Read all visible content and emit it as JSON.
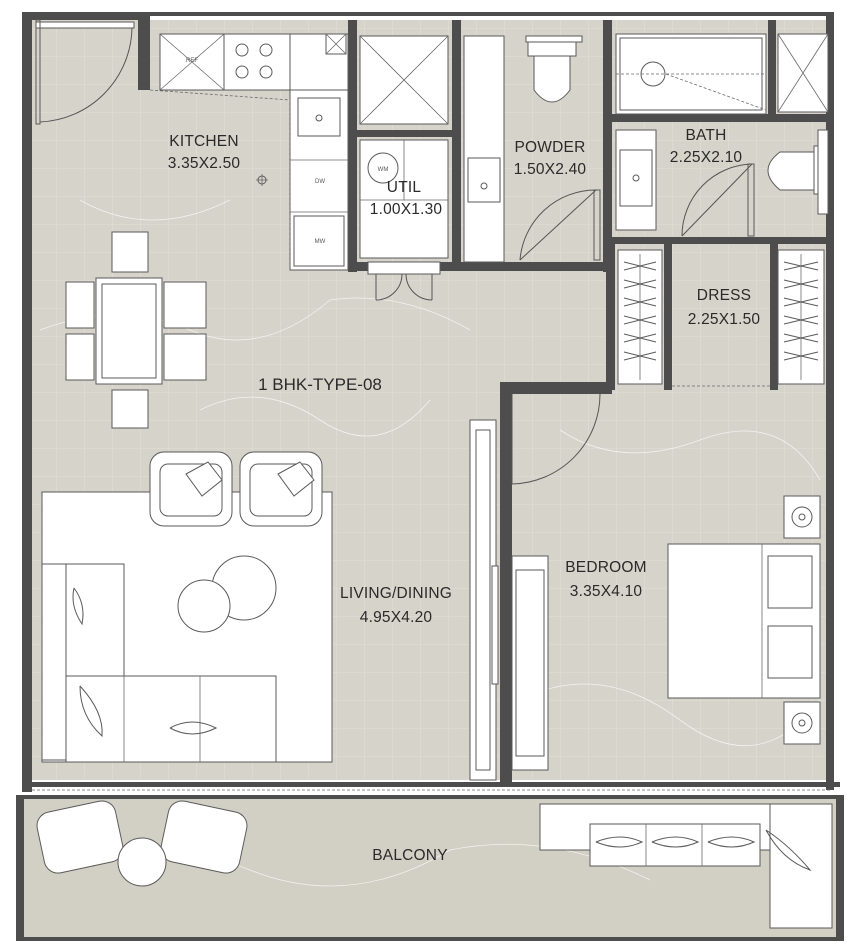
{
  "plan": {
    "title": "1 BHK-TYPE-08",
    "rooms": {
      "kitchen": {
        "name": "KITCHEN",
        "size": "3.35X2.50"
      },
      "util": {
        "name": "UTIL",
        "size": "1.00X1.30"
      },
      "powder": {
        "name": "POWDER",
        "size": "1.50X2.40"
      },
      "bath": {
        "name": "BATH",
        "size": "2.25X2.10"
      },
      "dress": {
        "name": "DRESS",
        "size": "2.25X1.50"
      },
      "living": {
        "name": "LIVING/DINING",
        "size": "4.95X4.20"
      },
      "bedroom": {
        "name": "BEDROOM",
        "size": "3.35X4.10"
      },
      "balcony": {
        "name": "BALCONY"
      }
    },
    "appliance_tags": {
      "ref": "REF",
      "dw": "DW",
      "mw": "MW",
      "wm": "WM"
    },
    "colors": {
      "floor": "#d6d3ca",
      "wall": "#4d4d4d",
      "balcony": "#d2cfc4",
      "furniture": "#ffffff"
    }
  }
}
